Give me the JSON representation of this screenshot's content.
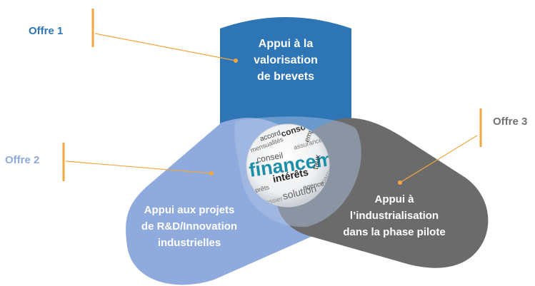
{
  "offers": [
    {
      "label": "Offre 1",
      "color": "#2e75b6",
      "text": [
        "Appui à la",
        "valorisation",
        "de brevets"
      ],
      "fill": "#2e75b6"
    },
    {
      "label": "Offre 2",
      "color": "#8faadc",
      "text": [
        "Appui aux projets",
        "de R&D/Innovation",
        "industrielles"
      ],
      "fill": "#8faadc"
    },
    {
      "label": "Offre 3",
      "color": "#767171",
      "text": [
        "Appui à",
        "l’industrialisation",
        "dans la phase pilote"
      ],
      "fill": "#6b6b6b"
    }
  ],
  "accent_color": "#f4a640",
  "center_image": {
    "words": [
      "financement",
      "conseil",
      "intérêts",
      "solution",
      "taux",
      "accord",
      "mensualités",
      "conso",
      "assurance",
      "prêts",
      "emprunt",
      "agence",
      "épargne",
      "dossier"
    ]
  }
}
